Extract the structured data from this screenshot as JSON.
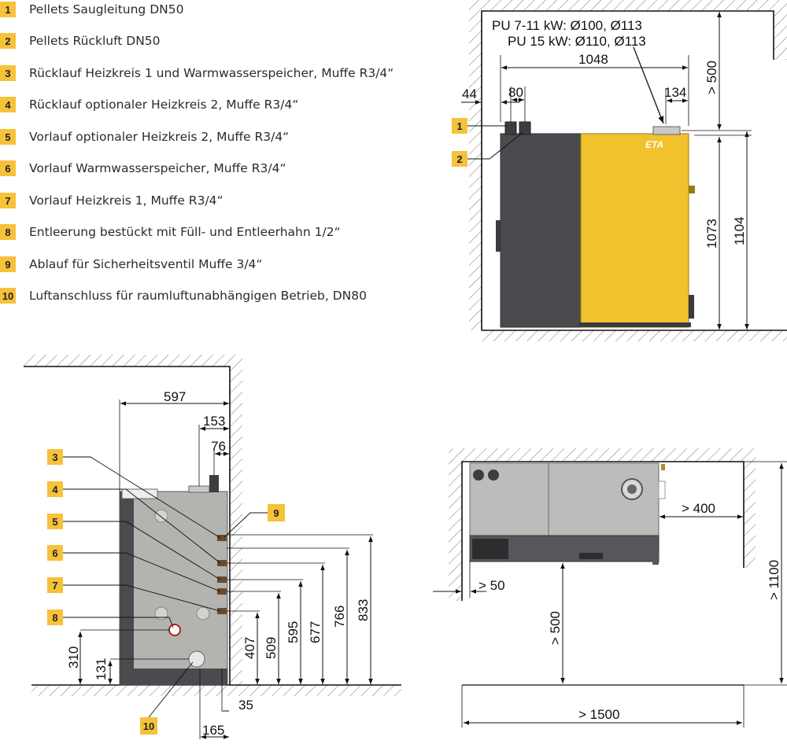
{
  "legend": [
    {
      "num": "1",
      "text": "Pellets Saugleitung DN50"
    },
    {
      "num": "2",
      "text": "Pellets Rückluft DN50"
    },
    {
      "num": "3",
      "text": "Rücklauf Heizkreis 1 und Warmwasserspeicher, Muffe R3/4“"
    },
    {
      "num": "4",
      "text": "Rücklauf optionaler Heizkreis 2, Muffe R3/4“"
    },
    {
      "num": "5",
      "text": "Vorlauf optionaler Heizkreis 2, Muffe R3/4“"
    },
    {
      "num": "6",
      "text": "Vorlauf Warmwasserspeicher, Muffe R3/4“"
    },
    {
      "num": "7",
      "text": "Vorlauf Heizkreis 1, Muffe R3/4“"
    },
    {
      "num": "8",
      "text": "Entleerung bestückt mit Füll- und Entleerhahn 1/2“"
    },
    {
      "num": "9",
      "text": "Ablauf für Sicherheitsventil Muffe 3/4“"
    },
    {
      "num": "10",
      "text": "Luftanschluss für raumluftunabhängigen Betrieb, DN80"
    }
  ],
  "front_view": {
    "note_line1": "PU 7-11 kW: Ø100, Ø113",
    "note_line2": "PU 15 kW: Ø110, Ø113",
    "dim_width": "1048",
    "dim_wall_gap": "44",
    "dim_pipe_spacing": "80",
    "dim_flue_offset": "134",
    "dim_clearance_top": "> 500",
    "dim_height_1": "1073",
    "dim_height_2": "1104",
    "brand_mark": "ETA",
    "callouts": [
      "1",
      "2"
    ]
  },
  "side_view": {
    "dim_depth": "597",
    "dim_flue_from_wall": "153",
    "dim_flue_small": "76",
    "dim_bottom_1": "35",
    "dim_bottom_2": "165",
    "heights": [
      "310",
      "131",
      "407",
      "509",
      "595",
      "677",
      "766",
      "833"
    ],
    "callouts": [
      "3",
      "4",
      "5",
      "6",
      "7",
      "8",
      "9",
      "10"
    ]
  },
  "top_view": {
    "dim_side_clearance": "> 400",
    "dim_left_clearance": "> 50",
    "dim_front_clearance": "> 500",
    "dim_depth_clearance": "> 1100",
    "dim_width_clearance": "> 1500"
  },
  "colors": {
    "badge": "#f5c23a",
    "boiler_yellow": "#f2c12e",
    "storage_dark": "#4a4b4e",
    "casing_grey": "#b3b3b0"
  }
}
